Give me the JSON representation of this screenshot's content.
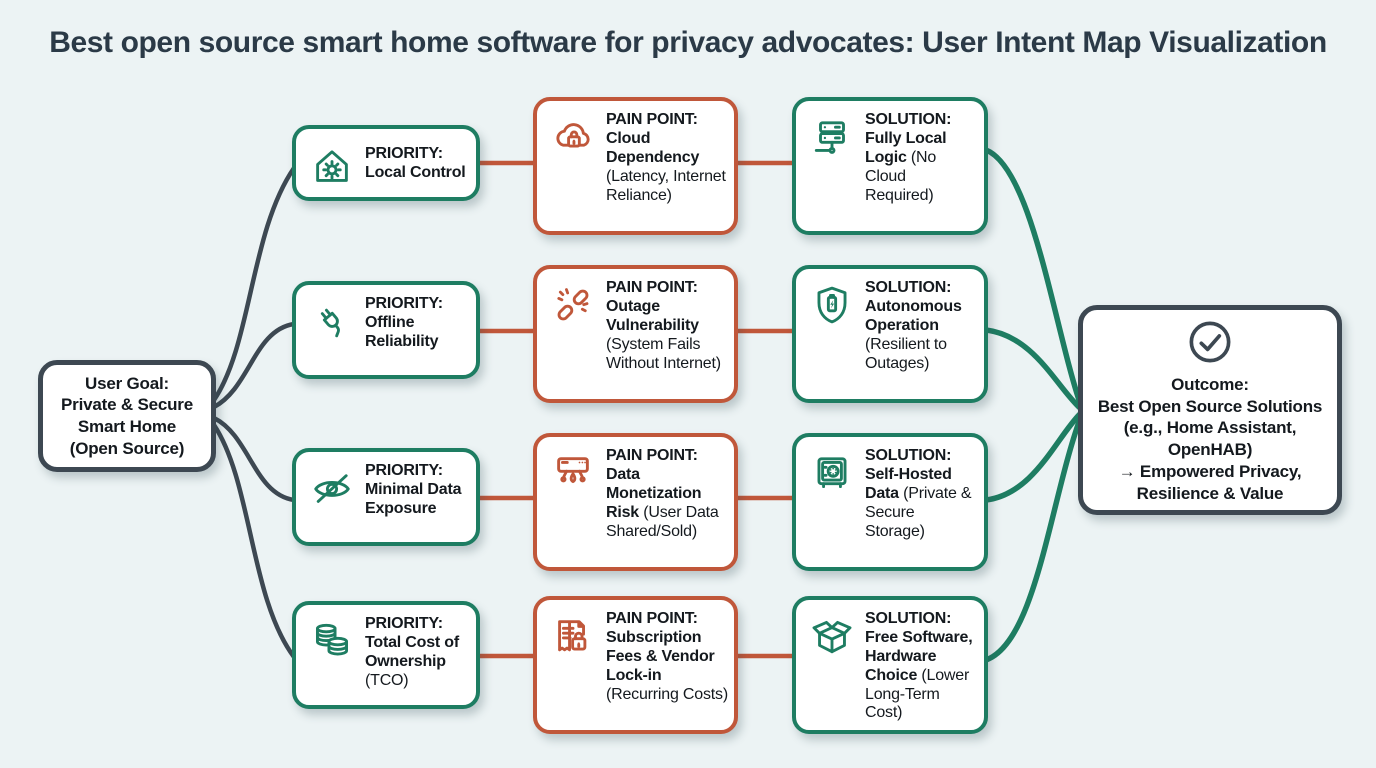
{
  "page": {
    "title": "Best open source smart home software for privacy advocates: User Intent Map Visualization",
    "background": "#ecf3f4"
  },
  "colors": {
    "green": "#1e7d62",
    "orange": "#c0573a",
    "slate": "#3d4852",
    "text": "#14191e"
  },
  "user_goal": {
    "text": "User Goal:\nPrivate & Secure\nSmart Home\n(Open Source)"
  },
  "priorities": [
    {
      "icon": "house-gear-icon",
      "kicker": "PRIORITY:",
      "strong": "Local Control",
      "normal": ""
    },
    {
      "icon": "plug-icon",
      "kicker": "PRIORITY:",
      "strong": "Offline Reliability",
      "normal": ""
    },
    {
      "icon": "eye-slash-icon",
      "kicker": "PRIORITY:",
      "strong": "Minimal Data Exposure",
      "normal": ""
    },
    {
      "icon": "coins-icon",
      "kicker": "PRIORITY:",
      "strong": "Total Cost of Ownership",
      "normal": " (TCO)"
    }
  ],
  "pain_points": [
    {
      "icon": "cloud-lock-icon",
      "kicker": "PAIN POINT:",
      "strong": "Cloud Dependency",
      "normal": " (Latency, Internet Reliance)"
    },
    {
      "icon": "broken-link-icon",
      "kicker": "PAIN POINT:",
      "strong": "Outage Vulnerability",
      "normal": " (System Fails Without Internet)"
    },
    {
      "icon": "data-leak-icon",
      "kicker": "PAIN POINT:",
      "strong": "Data Monetization Risk",
      "normal": " (User Data Shared/Sold)"
    },
    {
      "icon": "invoice-lock-icon",
      "kicker": "PAIN POINT:",
      "strong": "Subscription Fees & Vendor Lock-in",
      "normal": " (Recurring Costs)"
    }
  ],
  "solutions": [
    {
      "icon": "server-network-icon",
      "kicker": "SOLUTION:",
      "strong": "Fully Local Logic",
      "normal": " (No Cloud Required)"
    },
    {
      "icon": "shield-battery-icon",
      "kicker": "SOLUTION:",
      "strong": "Autonomous Operation",
      "normal": " (Resilient to Outages)"
    },
    {
      "icon": "safe-icon",
      "kicker": "SOLUTION:",
      "strong": "Self-Hosted Data",
      "normal": " (Private & Secure Storage)"
    },
    {
      "icon": "open-box-icon",
      "kicker": "SOLUTION:",
      "strong": "Free Software, Hardware Choice",
      "normal": " (Lower Long-Term Cost)"
    }
  ],
  "outcome": {
    "text": "Outcome:\nBest Open Source Solutions\n(e.g., Home Assistant,\nOpenHAB)\n→ Empowered Privacy,\nResilience & Value"
  }
}
